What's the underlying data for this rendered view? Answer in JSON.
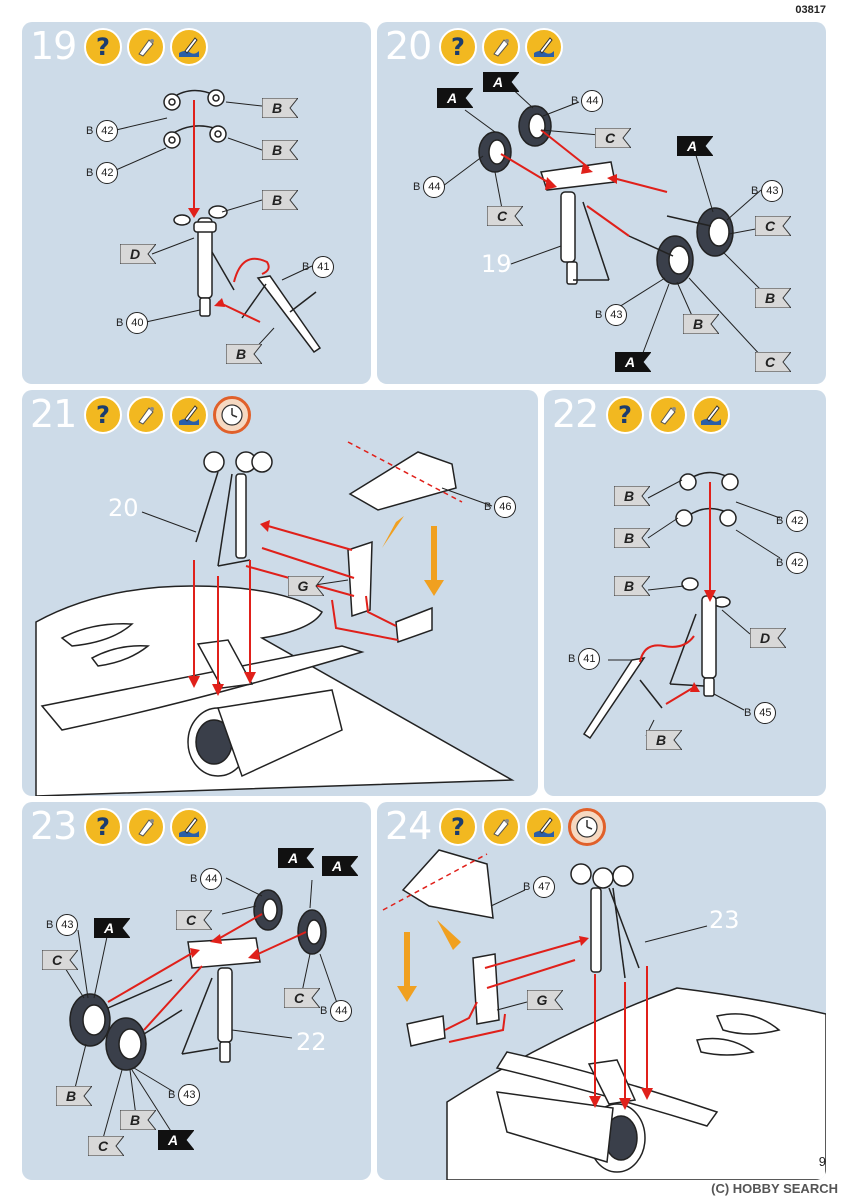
{
  "page": {
    "code": "03817",
    "number": "9",
    "watermark": "(C) HOBBY SEARCH"
  },
  "steps": [
    {
      "id": "19",
      "icons": [
        "question-icon",
        "glue-icon",
        "paint-icon"
      ],
      "flags": [
        "B",
        "B",
        "B",
        "D",
        "B"
      ],
      "refs": [
        {
          "sprue": "B",
          "num": "42"
        },
        {
          "sprue": "B",
          "num": "42"
        },
        {
          "sprue": "B",
          "num": "41"
        },
        {
          "sprue": "B",
          "num": "40"
        }
      ]
    },
    {
      "id": "20",
      "icons": [
        "question-icon",
        "glue-icon",
        "paint-icon"
      ],
      "flags": [
        "A",
        "A",
        "C",
        "A",
        "C",
        "C",
        "B",
        "B",
        "A",
        "C"
      ],
      "refs": [
        {
          "sprue": "B",
          "num": "44"
        },
        {
          "sprue": "B",
          "num": "44"
        },
        {
          "sprue": "B",
          "num": "43"
        },
        {
          "sprue": "B",
          "num": "43"
        }
      ],
      "sub_label": "19"
    },
    {
      "id": "21",
      "icons": [
        "question-icon",
        "glue-icon",
        "paint-icon",
        "clock-icon"
      ],
      "flags": [
        "G"
      ],
      "refs": [
        {
          "sprue": "B",
          "num": "46"
        }
      ],
      "sub_label": "20"
    },
    {
      "id": "22",
      "icons": [
        "question-icon",
        "glue-icon",
        "paint-icon"
      ],
      "flags": [
        "B",
        "B",
        "B",
        "D",
        "B"
      ],
      "refs": [
        {
          "sprue": "B",
          "num": "42"
        },
        {
          "sprue": "B",
          "num": "42"
        },
        {
          "sprue": "B",
          "num": "41"
        },
        {
          "sprue": "B",
          "num": "45"
        }
      ]
    },
    {
      "id": "23",
      "icons": [
        "question-icon",
        "glue-icon",
        "paint-icon"
      ],
      "flags": [
        "A",
        "A",
        "A",
        "C",
        "C",
        "C",
        "B",
        "B",
        "A",
        "C"
      ],
      "refs": [
        {
          "sprue": "B",
          "num": "44"
        },
        {
          "sprue": "B",
          "num": "43"
        },
        {
          "sprue": "B",
          "num": "44"
        },
        {
          "sprue": "B",
          "num": "43"
        }
      ],
      "sub_label": "22"
    },
    {
      "id": "24",
      "icons": [
        "question-icon",
        "glue-icon",
        "paint-icon",
        "clock-icon"
      ],
      "flags": [
        "G"
      ],
      "refs": [
        {
          "sprue": "B",
          "num": "47"
        }
      ],
      "sub_label": "23"
    }
  ],
  "colors": {
    "panel": "#cddbe8",
    "accent": "#f2b820",
    "arrow": "#e0201a",
    "orange_arrow": "#f0a020"
  }
}
